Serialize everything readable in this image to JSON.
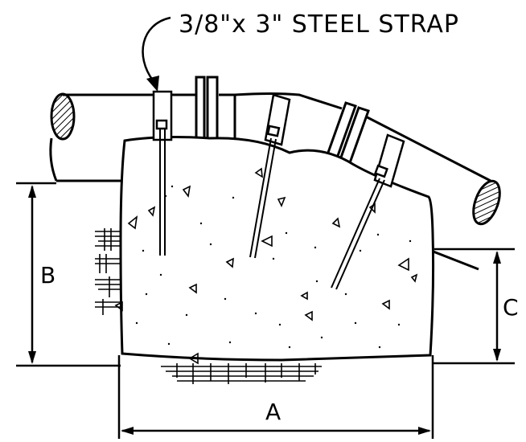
{
  "callout": {
    "text": "3/8\"x 3\" STEEL STRAP"
  },
  "dimensions": {
    "a": "A",
    "b": "B",
    "c": "C"
  },
  "colors": {
    "ink": "#000000",
    "background": "#ffffff"
  }
}
